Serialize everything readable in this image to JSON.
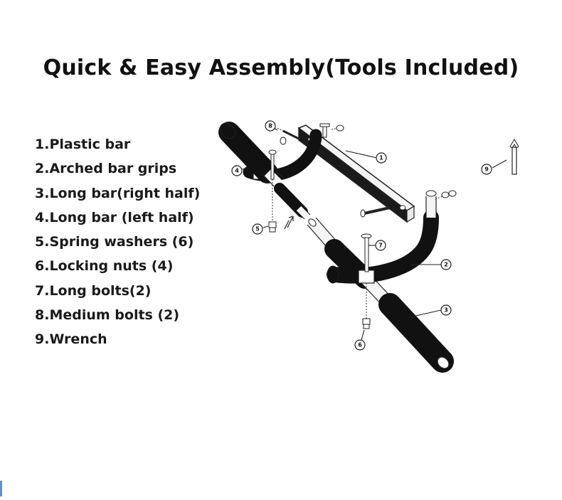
{
  "title": "Quick & Easy Assembly(Tools Included)",
  "parts": [
    "1.Plastic bar",
    "2.Arched bar grips",
    "3.Long bar(right half)",
    "4.Long bar (left half)",
    "5.Spring washers (6)",
    "6.Locking nuts (4)",
    "7.Long bolts(2)",
    "8.Medium bolts (2)",
    "9.Wrench"
  ],
  "callouts": {
    "c1": "1",
    "c2": "2",
    "c3": "3",
    "c4": "4",
    "c5": "5",
    "c6": "6",
    "c7": "7",
    "c8": "8",
    "c9": "9"
  },
  "colors": {
    "foam": "#111111",
    "outline": "#222222",
    "metal": "#f2f2f2"
  }
}
